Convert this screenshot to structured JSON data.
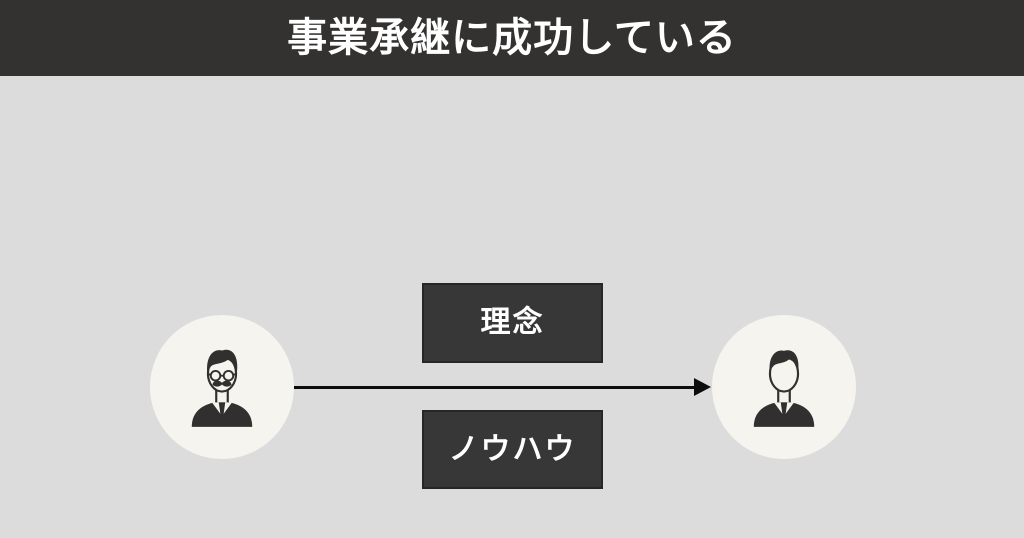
{
  "header": {
    "title": "事業承継に成功している"
  },
  "diagram": {
    "top_label": "理念",
    "bottom_label": "ノウハウ",
    "predecessor_icon": "senior-businessman-icon",
    "successor_icon": "junior-businessman-icon",
    "arrow_direction": "left-to-right",
    "colors": {
      "header_bg": "#333230",
      "title_text": "#ffffff",
      "canvas_bg": "#dcdcdc",
      "circle_bg": "#f6f4ef",
      "label_box_bg": "#373737",
      "label_box_border": "#262626",
      "label_text": "#ffffff",
      "arrow": "#0d0d0d",
      "icon": "#32302e"
    }
  }
}
